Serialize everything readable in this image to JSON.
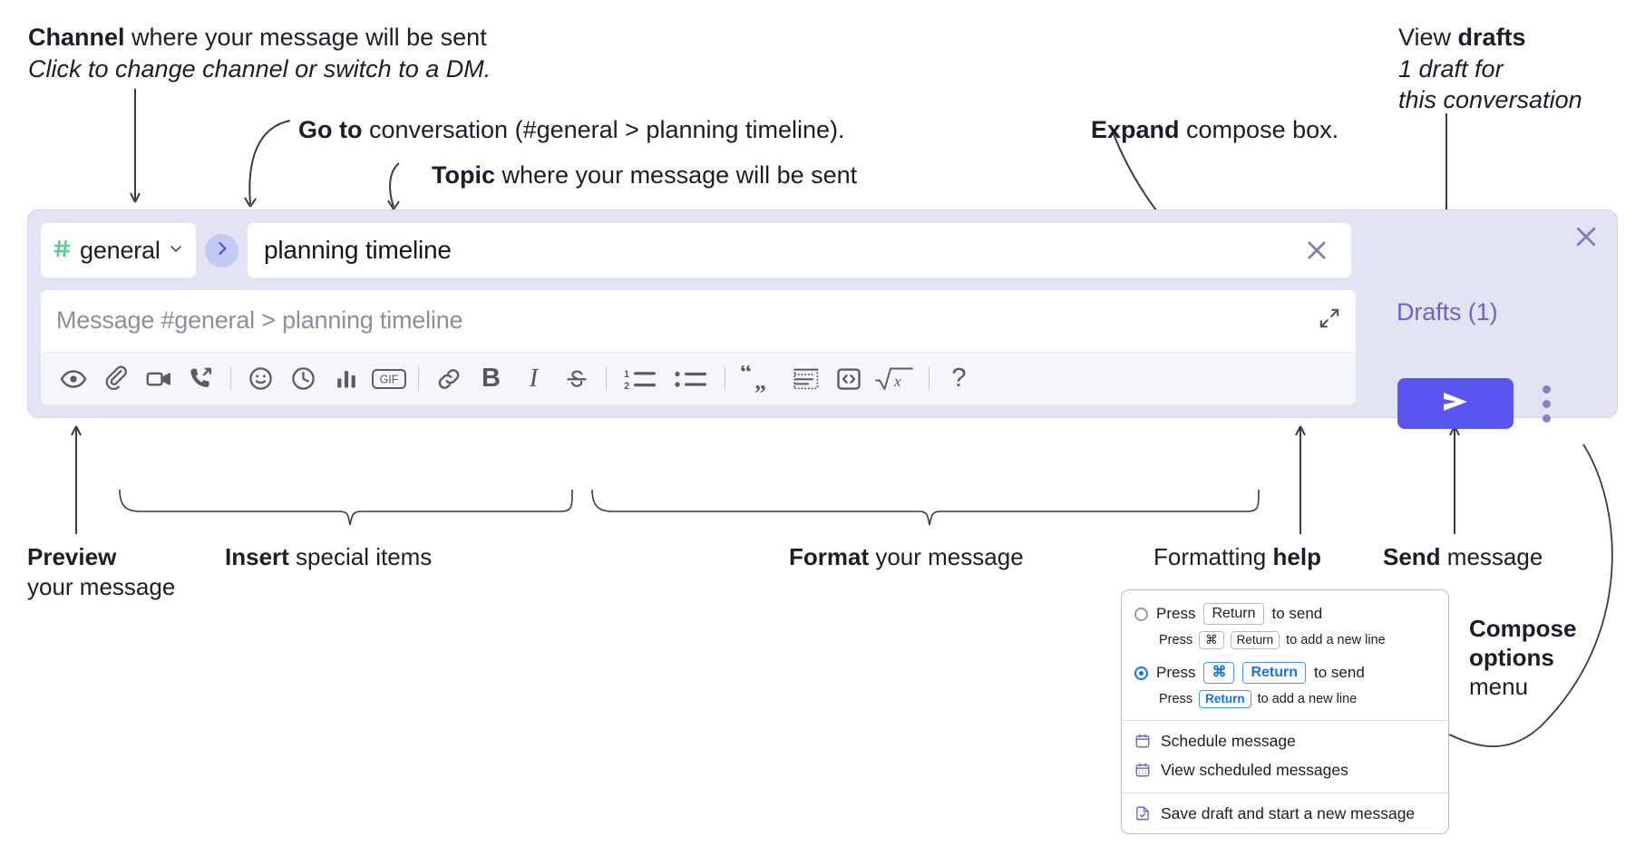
{
  "annotations": {
    "channel": {
      "line1_bold": "Channel",
      "line1_rest": " where your message will be sent",
      "line2_italic": "Click to change channel or switch to a DM."
    },
    "goto": {
      "bold": "Go to",
      "rest": " conversation (#general > planning timeline)."
    },
    "topic": {
      "bold": "Topic",
      "rest": " where your message will be sent"
    },
    "expand": {
      "bold": "Expand",
      "rest": " compose box."
    },
    "drafts": {
      "line1_plain": "View ",
      "line1_bold": "drafts",
      "line2_italic": "1 draft for",
      "line3_italic": "this conversation"
    },
    "preview": {
      "bold": "Preview",
      "line2": "your message"
    },
    "insert": {
      "bold": "Insert",
      "rest": " special items"
    },
    "format": {
      "bold": "Format",
      "rest": " your message"
    },
    "formatting_help": {
      "plain": "Formatting ",
      "bold": "help"
    },
    "send": {
      "bold": "Send",
      "rest": " message"
    },
    "compose_options": {
      "bold_line1": "Compose",
      "bold_line2": "options",
      "line3": "menu"
    }
  },
  "compose": {
    "channel_name": "general",
    "topic_value": "planning timeline",
    "message_placeholder": "Message #general > planning timeline",
    "drafts_label": "Drafts (1)",
    "colors": {
      "panel_bg": "#e3e4f3",
      "hash_green": "#5ecb8e",
      "send_blue": "#5a55f0",
      "goto_bubble": "#c3caf4",
      "drafts_text": "#6a66c8"
    },
    "toolbar": {
      "group_insert": [
        {
          "name": "preview-icon",
          "label": "Preview"
        },
        {
          "name": "attachment-icon",
          "label": "Attach file"
        },
        {
          "name": "video-icon",
          "label": "Record video clip"
        },
        {
          "name": "phone-forward-icon",
          "label": "Record audio clip"
        }
      ],
      "group_special": [
        {
          "name": "emoji-icon",
          "label": "Emoji"
        },
        {
          "name": "clock-icon",
          "label": "Reminder"
        },
        {
          "name": "bar-chart-icon",
          "label": "Poll"
        },
        {
          "name": "gif-icon",
          "label": "GIF"
        }
      ],
      "group_format_a": [
        {
          "name": "link-icon",
          "label": "Link"
        },
        {
          "name": "bold-icon",
          "label": "B"
        },
        {
          "name": "italic-icon",
          "label": "I"
        },
        {
          "name": "strikethrough-icon",
          "label": "S"
        }
      ],
      "group_format_b": [
        {
          "name": "ordered-list-icon",
          "label": "Ordered list"
        },
        {
          "name": "bulleted-list-icon",
          "label": "Bulleted list"
        }
      ],
      "group_format_c": [
        {
          "name": "blockquote-icon",
          "label": "Blockquote"
        },
        {
          "name": "code-block-icon",
          "label": "Code block"
        },
        {
          "name": "code-icon",
          "label": "Code"
        },
        {
          "name": "latex-icon",
          "label": "Math"
        }
      ],
      "help": {
        "name": "help-icon",
        "label": "?"
      }
    }
  },
  "options_menu": {
    "radio_options": [
      {
        "selected": false,
        "prefix": "Press",
        "key": "Return",
        "suffix": "to send",
        "sub_prefix": "Press",
        "sub_key1": "⌘",
        "sub_key2": "Return",
        "sub_suffix": "to add a new line"
      },
      {
        "selected": true,
        "prefix": "Press",
        "key1": "⌘",
        "key2": "Return",
        "suffix": "to send",
        "sub_prefix": "Press",
        "sub_key1": "Return",
        "sub_suffix": "to add a new line"
      }
    ],
    "items": [
      {
        "icon": "calendar-schedule-icon",
        "label": "Schedule message"
      },
      {
        "icon": "calendar-grid-icon",
        "label": "View scheduled messages"
      },
      {
        "icon": "save-draft-icon",
        "label": "Save draft and start a new message"
      }
    ]
  }
}
